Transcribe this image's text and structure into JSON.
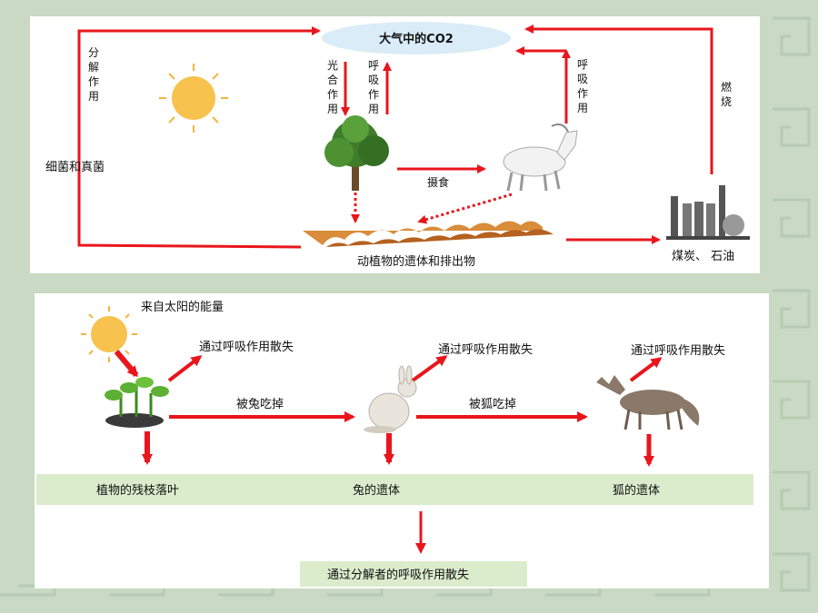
{
  "carbon_cycle": {
    "atmosphere": "大气中的CO2",
    "decomposition_label": [
      "分",
      "解",
      "作",
      "用"
    ],
    "bacteria_fungi": "细菌和真菌",
    "photosynthesis_label": [
      "光",
      "合",
      "作",
      "用"
    ],
    "plant_respiration_label": [
      "呼",
      "吸",
      "作",
      "用"
    ],
    "animal_respiration_label": [
      "呼",
      "吸",
      "作",
      "用"
    ],
    "combustion_label": [
      "燃",
      "烧"
    ],
    "ingestion": "摄食",
    "remains": "动植物的遗体和排出物",
    "fossil_fuels": "煤炭、 石油"
  },
  "energy_flow": {
    "solar_energy": "来自太阳的能量",
    "respiration_loss_1": "通过呼吸作用散失",
    "respiration_loss_2": "通过呼吸作用散失",
    "respiration_loss_3": "通过呼吸作用散失",
    "eaten_by_rabbit": "被兔吃掉",
    "eaten_by_fox": "被狐吃掉",
    "plant_remains": "植物的残枝落叶",
    "rabbit_remains": "兔的遗体",
    "fox_remains": "狐的遗体",
    "decomposer_loss": "通过分解者的呼吸作用散失"
  },
  "colors": {
    "arrow": "#e8161c",
    "band": "#daeccc",
    "atmosphere_fill": "#d9ecf7",
    "background": "#c9d9c3"
  }
}
